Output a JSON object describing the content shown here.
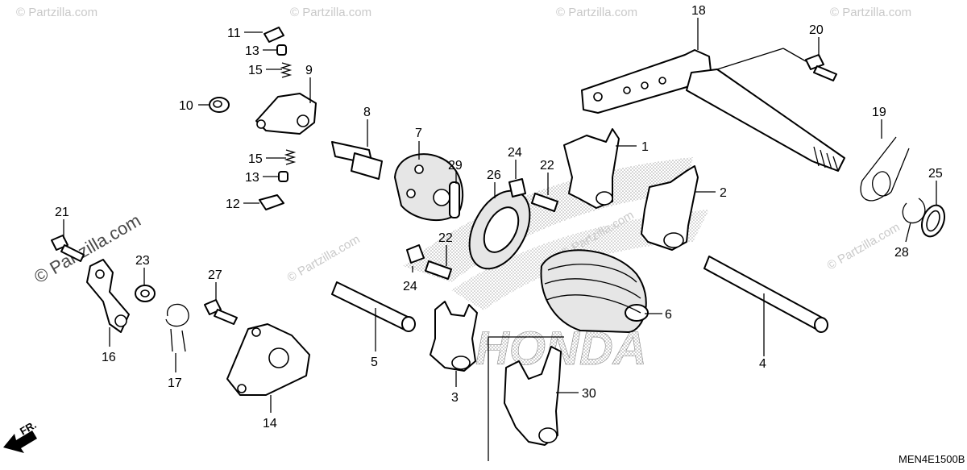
{
  "diagram": {
    "callouts": {
      "c1": "1",
      "c2": "2",
      "c3": "3",
      "c4": "4",
      "c5": "5",
      "c6": "6",
      "c7": "7",
      "c8": "8",
      "c9": "9",
      "c10": "10",
      "c11": "11",
      "c12": "12",
      "c13a": "13",
      "c13b": "13",
      "c14": "14",
      "c15a": "15",
      "c15b": "15",
      "c16": "16",
      "c17": "17",
      "c18": "18",
      "c19": "19",
      "c20": "20",
      "c21": "21",
      "c22a": "22",
      "c22b": "22",
      "c23": "23",
      "c24a": "24",
      "c24b": "24",
      "c25": "25",
      "c26": "26",
      "c27": "27",
      "c28": "28",
      "c29": "29",
      "c30": "30"
    },
    "watermarks": {
      "w1": "© Partzilla.com",
      "w2": "© Partzilla.com",
      "w3": "© Partzilla.com",
      "w4": "© Partzilla.com",
      "w5": "© Partzilla.com",
      "w6": "© Partzilla.com",
      "w7": "© Partzilla.com",
      "big": "© Partzilla.com"
    },
    "front_label": "FR.",
    "diagram_code": "MEN4E1500B",
    "background_logo": "HONDA"
  }
}
